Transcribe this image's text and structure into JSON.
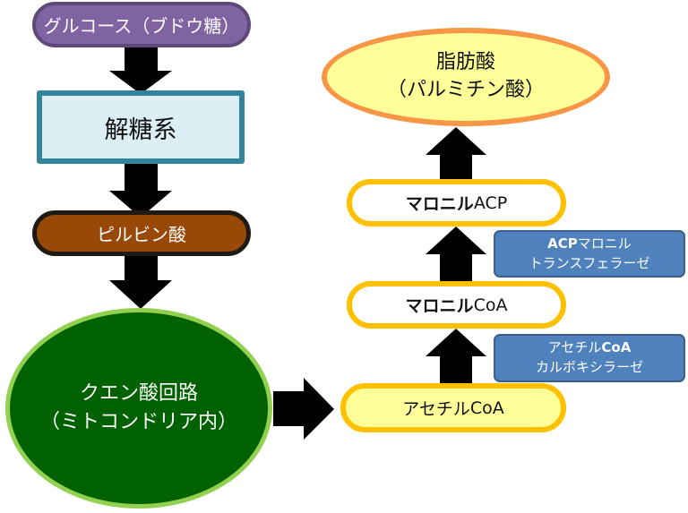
{
  "diagram": {
    "title": "",
    "nodes": {
      "glucose": {
        "label": "グルコース（ブドウ糖）"
      },
      "glycolysis": {
        "label": "解糖系"
      },
      "pyruvate": {
        "label": "ピルビン酸"
      },
      "tca_cycle": {
        "line1": "クエン酸回路",
        "line2": "（ミトコンドリア内）"
      },
      "acetyl_coa": {
        "label_jp": "アセチル",
        "label_en": "CoA"
      },
      "malonyl_coa": {
        "label_jp": "マロニル",
        "label_en": "CoA"
      },
      "malonyl_acp": {
        "label_jp": "マロニル",
        "label_en": "ACP"
      },
      "fatty_acid": {
        "line1": "脂肪酸",
        "line2": "（パルミチン酸）"
      }
    },
    "enzymes": {
      "acc": {
        "line1_jp": "アセチル",
        "line1_en": "CoA",
        "line2": "カルボキシラーゼ"
      },
      "transacylase": {
        "line1_en": "ACP",
        "line1_jp": "マロニル",
        "line2": "トランスフェラーゼ"
      }
    },
    "edges": [
      {
        "from": "glucose",
        "to": "glycolysis"
      },
      {
        "from": "glycolysis",
        "to": "pyruvate"
      },
      {
        "from": "pyruvate",
        "to": "tca_cycle"
      },
      {
        "from": "tca_cycle",
        "to": "acetyl_coa"
      },
      {
        "from": "acetyl_coa",
        "to": "malonyl_coa",
        "enzyme": "acc"
      },
      {
        "from": "malonyl_coa",
        "to": "malonyl_acp",
        "enzyme": "transacylase"
      },
      {
        "from": "malonyl_acp",
        "to": "fatty_acid"
      }
    ],
    "colors": {
      "glucose_fill": "#8064a2",
      "glycolysis_fill": "#dbeef4",
      "glycolysis_border": "#31849b",
      "pyruvate_fill": "#984807",
      "tca_fill": "#006100",
      "tca_border": "#92d050",
      "fatty_acid_fill": "#ffff99",
      "fatty_acid_border": "#f79646",
      "pill_border": "#ffc000",
      "enzyme_fill": "#4f81bd",
      "arrow": "#000000"
    }
  }
}
